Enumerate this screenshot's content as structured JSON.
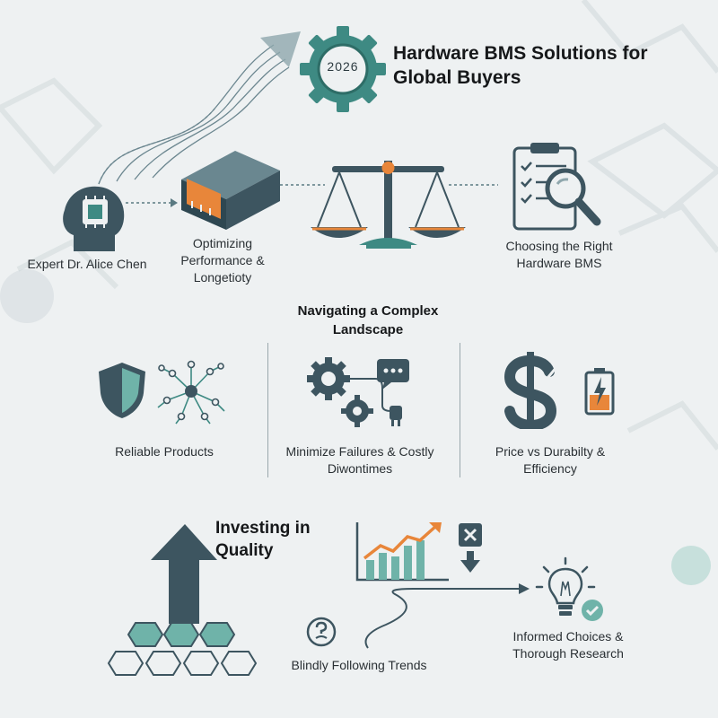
{
  "header": {
    "title": "Hardware BMS Solutions for Global Buyers",
    "gear_year": "2026"
  },
  "flow": {
    "expert_label": "Expert Dr. Alice Chen",
    "battery_label": "Optimizing Performance & Longetioty",
    "choose_label": "Choosing the Right Hardware BMS"
  },
  "landscape": {
    "heading": "Navigating a Complex Landscape",
    "columns": [
      {
        "label": "Reliable Products"
      },
      {
        "label": "Minimize Failures & Costly Diwontimes"
      },
      {
        "label": "Price vs Durabilty & Efficiency"
      }
    ]
  },
  "bottom": {
    "quality_heading": "Investing in Quality",
    "trends_label": "Blindly Following Trends",
    "informed_label": "Informed Choices & Thorough Research"
  },
  "colors": {
    "teal": "#3e8a83",
    "teal_light": "#6fb3a9",
    "slate": "#3d5560",
    "orange": "#e8863a",
    "dark": "#2c3a40"
  }
}
